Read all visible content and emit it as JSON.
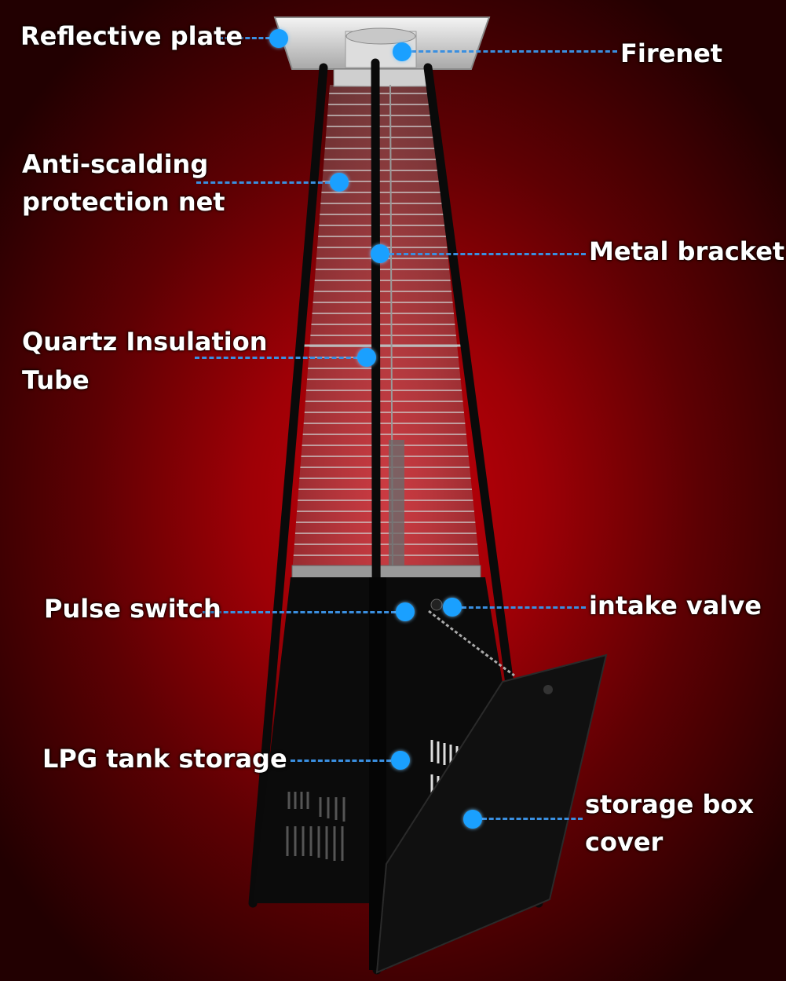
{
  "labels": {
    "reflective_plate": "Reflective plate",
    "firenet": "Firenet",
    "anti_scalding_line1": "Anti-scalding",
    "anti_scalding_line2": "protection net",
    "metal_bracket": "Metal bracket",
    "quartz_line1": "Quartz Insulation",
    "quartz_line2": "Tube",
    "pulse_switch": "Pulse switch",
    "intake_valve": "intake valve",
    "lpg_tank_storage": "LPG tank storage",
    "storage_box_cover_line1": "storage box",
    "storage_box_cover_line2": "cover"
  },
  "colors": {
    "background": "#b3000a",
    "marker": "#1aa0ff",
    "leader_line": "#3a8fe0"
  }
}
